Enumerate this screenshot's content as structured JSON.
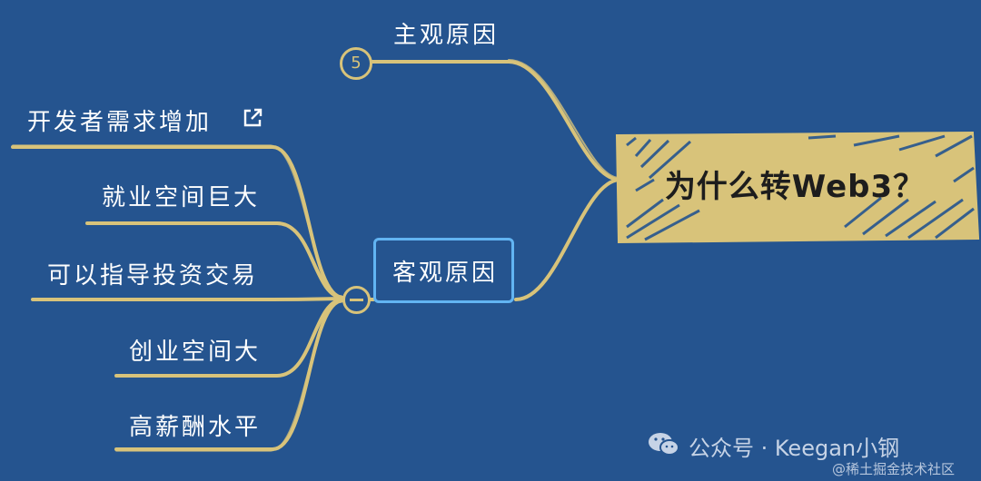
{
  "mindmap": {
    "root": {
      "label": "为什么转Web3？"
    },
    "subjective": {
      "label": "主观原因",
      "collapsed_count": "5"
    },
    "objective": {
      "label": "客观原因",
      "children": [
        {
          "label": "开发者需求增加",
          "has_link": true
        },
        {
          "label": "就业空间巨大"
        },
        {
          "label": "可以指导投资交易"
        },
        {
          "label": "创业空间大"
        },
        {
          "label": "高薪酬水平"
        }
      ]
    }
  },
  "colors": {
    "background": "#25548f",
    "branch": "#d8c37a",
    "root_fill": "#d8c37a",
    "selected_border": "#62b4f2",
    "text": "#ffffff"
  },
  "footer": {
    "account": "公众号 · Keegan小钢",
    "watermark": "@稀土掘金技术社区",
    "icon": "wechat-icon"
  }
}
